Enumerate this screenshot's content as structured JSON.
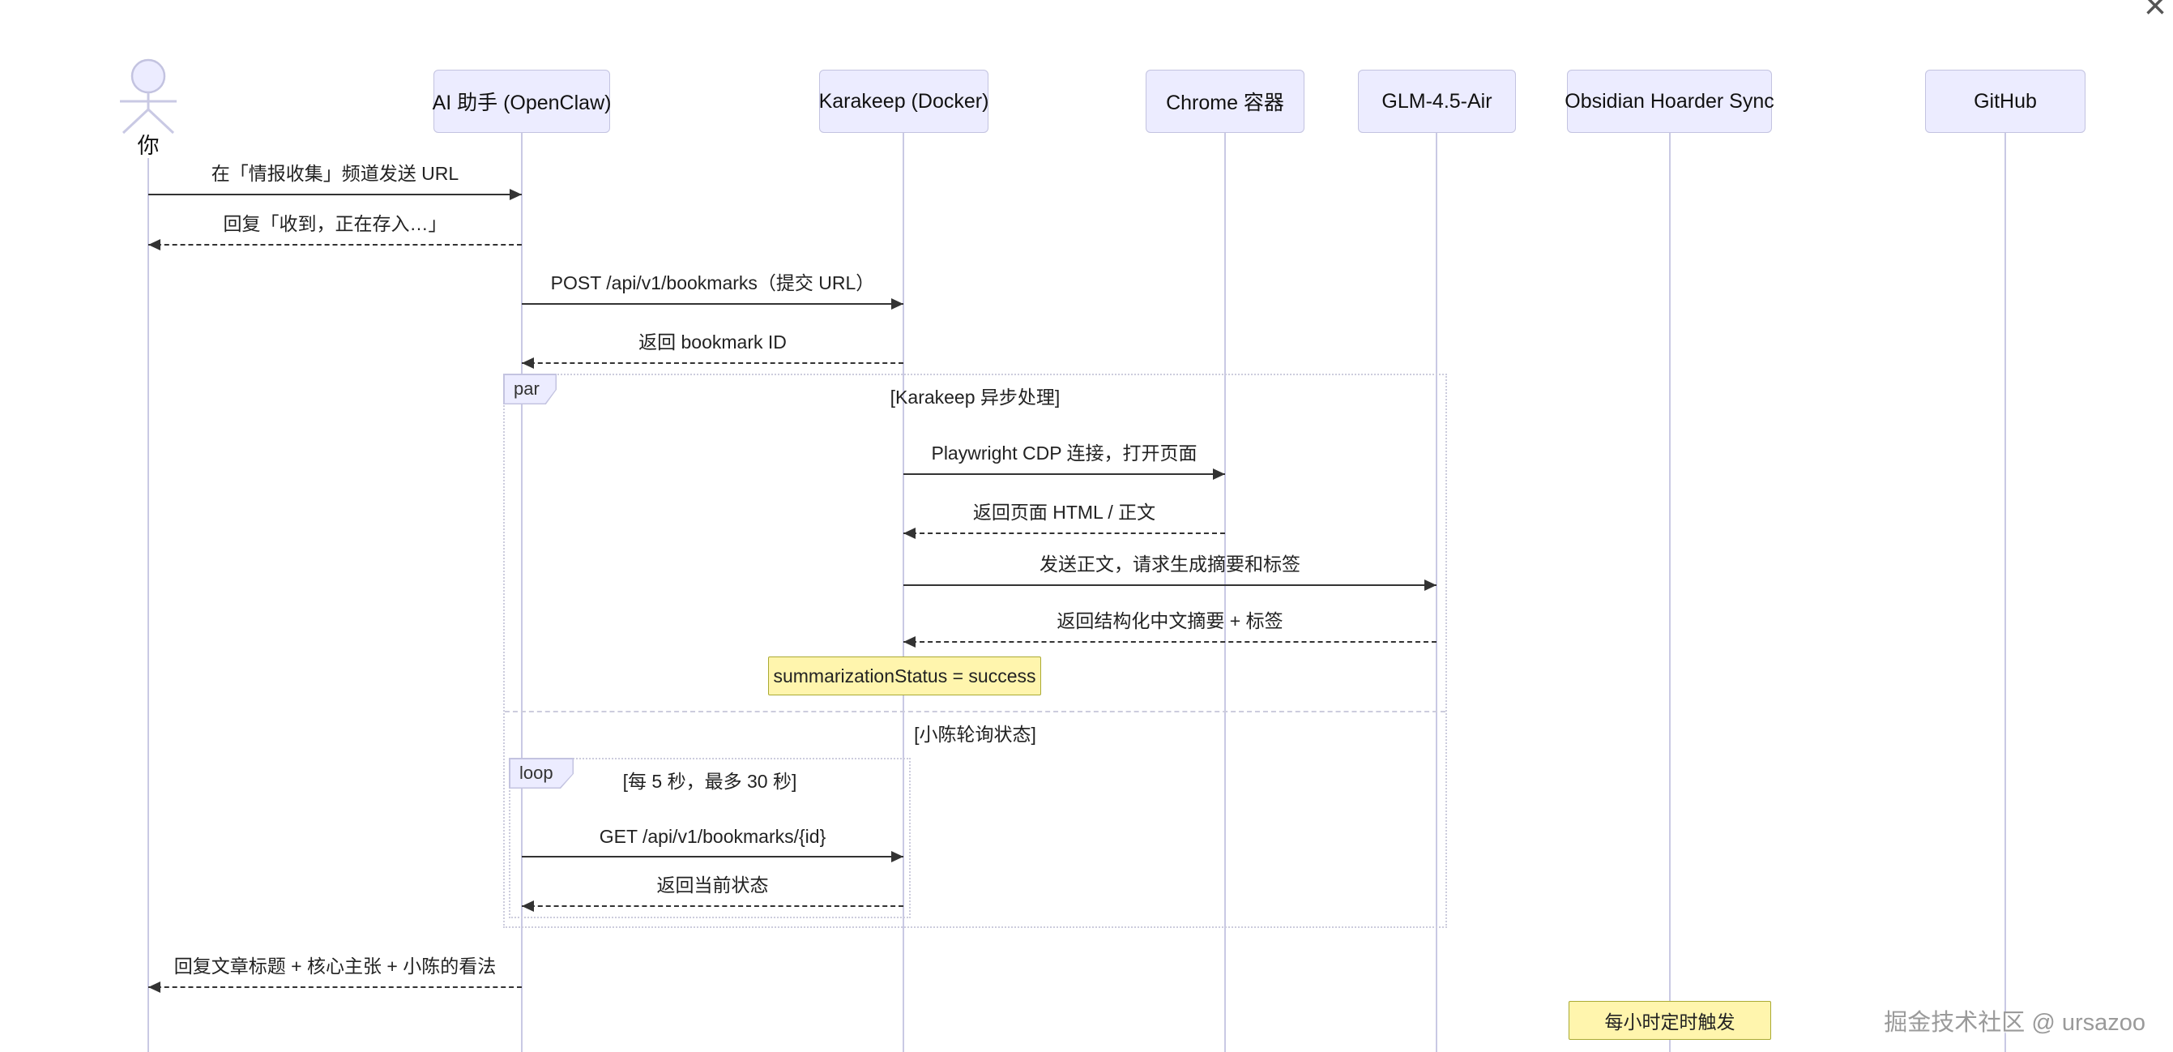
{
  "close": {
    "label": "×"
  },
  "diagram": {
    "participants": [
      {
        "id": "you",
        "label": "你",
        "type": "actor"
      },
      {
        "id": "ai",
        "label": "AI 助手 (OpenClaw)",
        "type": "box"
      },
      {
        "id": "karakeep",
        "label": "Karakeep (Docker)",
        "type": "box"
      },
      {
        "id": "chrome",
        "label": "Chrome 容器",
        "type": "box"
      },
      {
        "id": "glm",
        "label": "GLM-4.5-Air",
        "type": "box"
      },
      {
        "id": "obsidian",
        "label": "Obsidian Hoarder Sync",
        "type": "box"
      },
      {
        "id": "github",
        "label": "GitHub",
        "type": "box"
      }
    ],
    "messages": [
      {
        "from": "你",
        "to": "AI 助手 (OpenClaw)",
        "style": "solid",
        "label": "在「情报收集」频道发送 URL"
      },
      {
        "from": "AI 助手 (OpenClaw)",
        "to": "你",
        "style": "dashed",
        "label": "回复「收到，正在存入…」"
      },
      {
        "from": "AI 助手 (OpenClaw)",
        "to": "Karakeep (Docker)",
        "style": "solid",
        "label": "POST /api/v1/bookmarks（提交 URL）"
      },
      {
        "from": "Karakeep (Docker)",
        "to": "AI 助手 (OpenClaw)",
        "style": "dashed",
        "label": "返回 bookmark ID"
      },
      {
        "from": "Karakeep (Docker)",
        "to": "Chrome 容器",
        "style": "solid",
        "label": "Playwright CDP 连接，打开页面"
      },
      {
        "from": "Chrome 容器",
        "to": "Karakeep (Docker)",
        "style": "dashed",
        "label": "返回页面 HTML / 正文"
      },
      {
        "from": "Karakeep (Docker)",
        "to": "GLM-4.5-Air",
        "style": "solid",
        "label": "发送正文，请求生成摘要和标签"
      },
      {
        "from": "GLM-4.5-Air",
        "to": "Karakeep (Docker)",
        "style": "dashed",
        "label": "返回结构化中文摘要 + 标签"
      },
      {
        "from": "AI 助手 (OpenClaw)",
        "to": "Karakeep (Docker)",
        "style": "solid",
        "label": "GET /api/v1/bookmarks/{id}"
      },
      {
        "from": "Karakeep (Docker)",
        "to": "AI 助手 (OpenClaw)",
        "style": "dashed",
        "label": "返回当前状态"
      },
      {
        "from": "AI 助手 (OpenClaw)",
        "to": "你",
        "style": "dashed",
        "label": "回复文章标题 + 核心主张 + 小陈的看法"
      }
    ],
    "fragments": {
      "par": {
        "label": "par",
        "sections": [
          "[Karakeep 异步处理]",
          "[小陈轮询状态]"
        ]
      },
      "loop": {
        "label": "loop",
        "sections": [
          "[每 5 秒，最多 30 秒]"
        ]
      }
    },
    "notes": [
      {
        "over": "Karakeep (Docker)",
        "label": "summarizationStatus = success"
      },
      {
        "over": "Obsidian Hoarder Sync",
        "label": "每小时定时触发"
      }
    ],
    "colors": {
      "participant_fill": "#ECECFF",
      "participant_border": "#C3C3E0",
      "lifeline": "#C9C9E4",
      "arrow": "#333333",
      "note_fill": "#FFF5AD",
      "note_border": "#AAAA33",
      "fragment_border": "#CCCCDD"
    }
  },
  "watermark": {
    "text": "掘金技术社区 @ ursazoo"
  }
}
